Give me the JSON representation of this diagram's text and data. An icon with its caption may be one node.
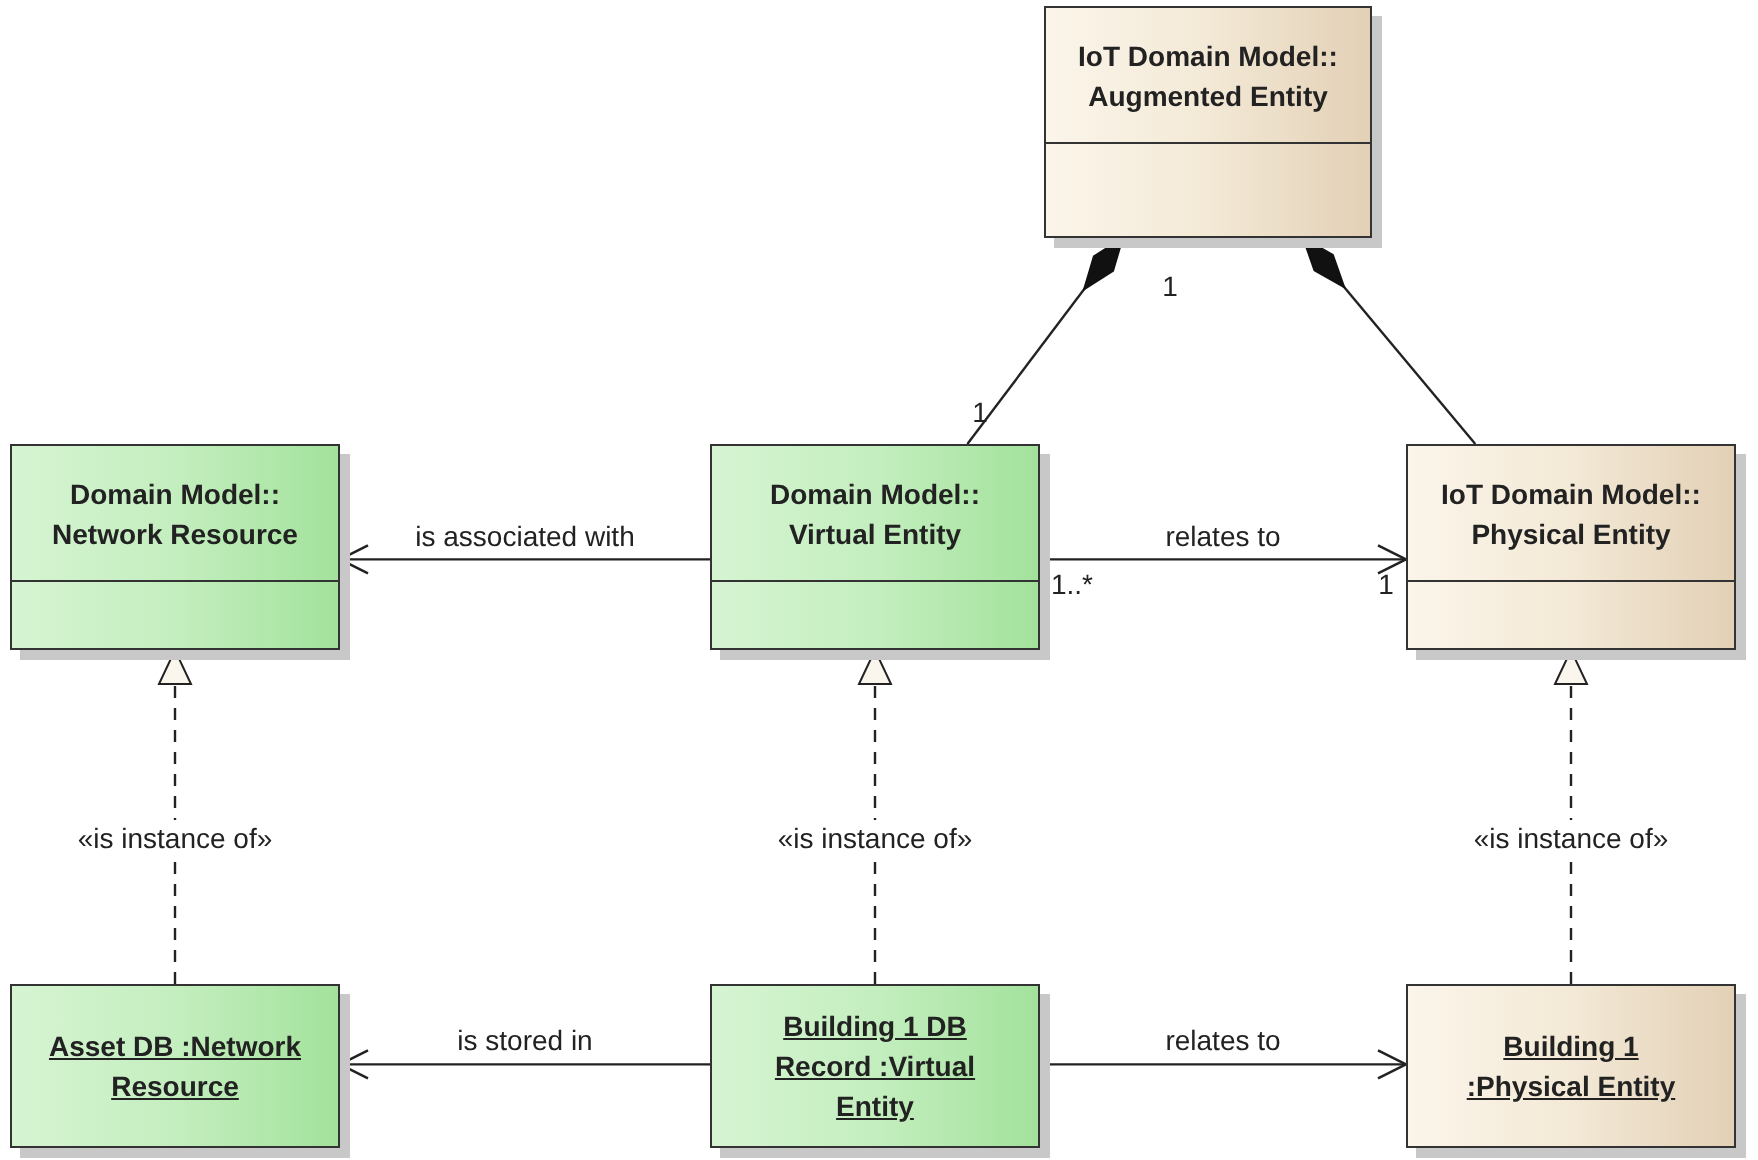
{
  "diagram": {
    "nodes": [
      {
        "text": [
          "IoT Domain Model:: Augmented Entity"
        ]
      },
      {
        "text": [
          "Domain Model:: Network Resource"
        ]
      },
      {
        "text": [
          "Domain Model:: Virtual Entity"
        ]
      },
      {
        "text": [
          "IoT Domain Model:: Physical Entity"
        ]
      },
      {
        "text": [
          "Asset DB :Network Resource"
        ]
      },
      {
        "text": [
          "Building 1 DB Record :Virtual Entity"
        ]
      },
      {
        "text": [
          "Building 1 :Physical Entity"
        ]
      }
    ],
    "edges": [
      {
        "from": 2,
        "to": 1,
        "arrow": "to",
        "label": "is associated with"
      },
      {
        "from": 2,
        "to": 3,
        "arrow": "to",
        "label": "relates to"
      },
      {
        "from": 2,
        "to": 0,
        "arrow": "other"
      },
      {
        "from": 3,
        "to": 0,
        "arrow": "other"
      },
      {
        "from": 4,
        "to": 1,
        "arrow": "to",
        "style": "dashed",
        "label": "«is instance of»"
      },
      {
        "from": 5,
        "to": 2,
        "arrow": "to",
        "style": "dashed",
        "label": "«is instance of»"
      },
      {
        "from": 6,
        "to": 3,
        "arrow": "to",
        "style": "dashed",
        "label": "«is instance of»"
      },
      {
        "from": 5,
        "to": 4,
        "arrow": "to",
        "label": "is stored in"
      },
      {
        "from": 5,
        "to": 6,
        "arrow": "to",
        "label": "relates to"
      }
    ],
    "labels": [
      "1",
      "1",
      "1..*",
      "1"
    ]
  }
}
